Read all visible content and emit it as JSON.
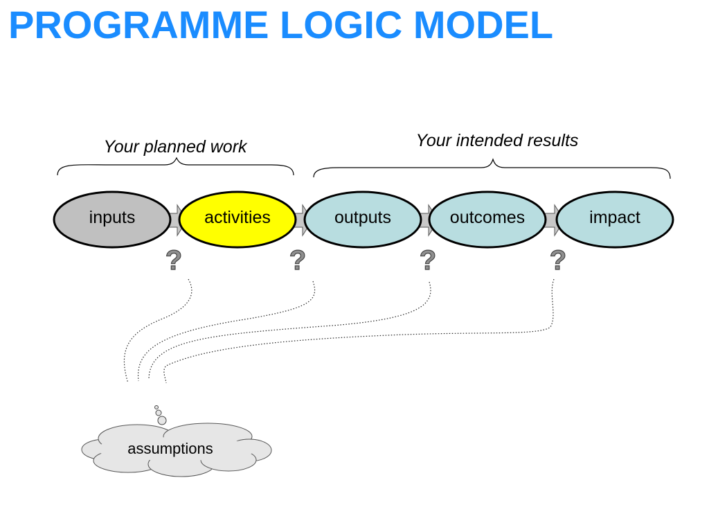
{
  "title": "PROGRAMME LOGIC MODEL",
  "colors": {
    "title": "#1a8cff",
    "inputs": "#c0c0c0",
    "activities": "#ffff00",
    "results": "#b8dde0",
    "arrow": "#c8c8c8",
    "cloud": "#e6e6e6"
  },
  "groups": [
    {
      "label": "Your planned work"
    },
    {
      "label": "Your intended results"
    }
  ],
  "stages": [
    {
      "label": "inputs"
    },
    {
      "label": "activities"
    },
    {
      "label": "outputs"
    },
    {
      "label": "outcomes"
    },
    {
      "label": "impact"
    }
  ],
  "question_mark": "?",
  "cloud": {
    "label": "assumptions"
  }
}
